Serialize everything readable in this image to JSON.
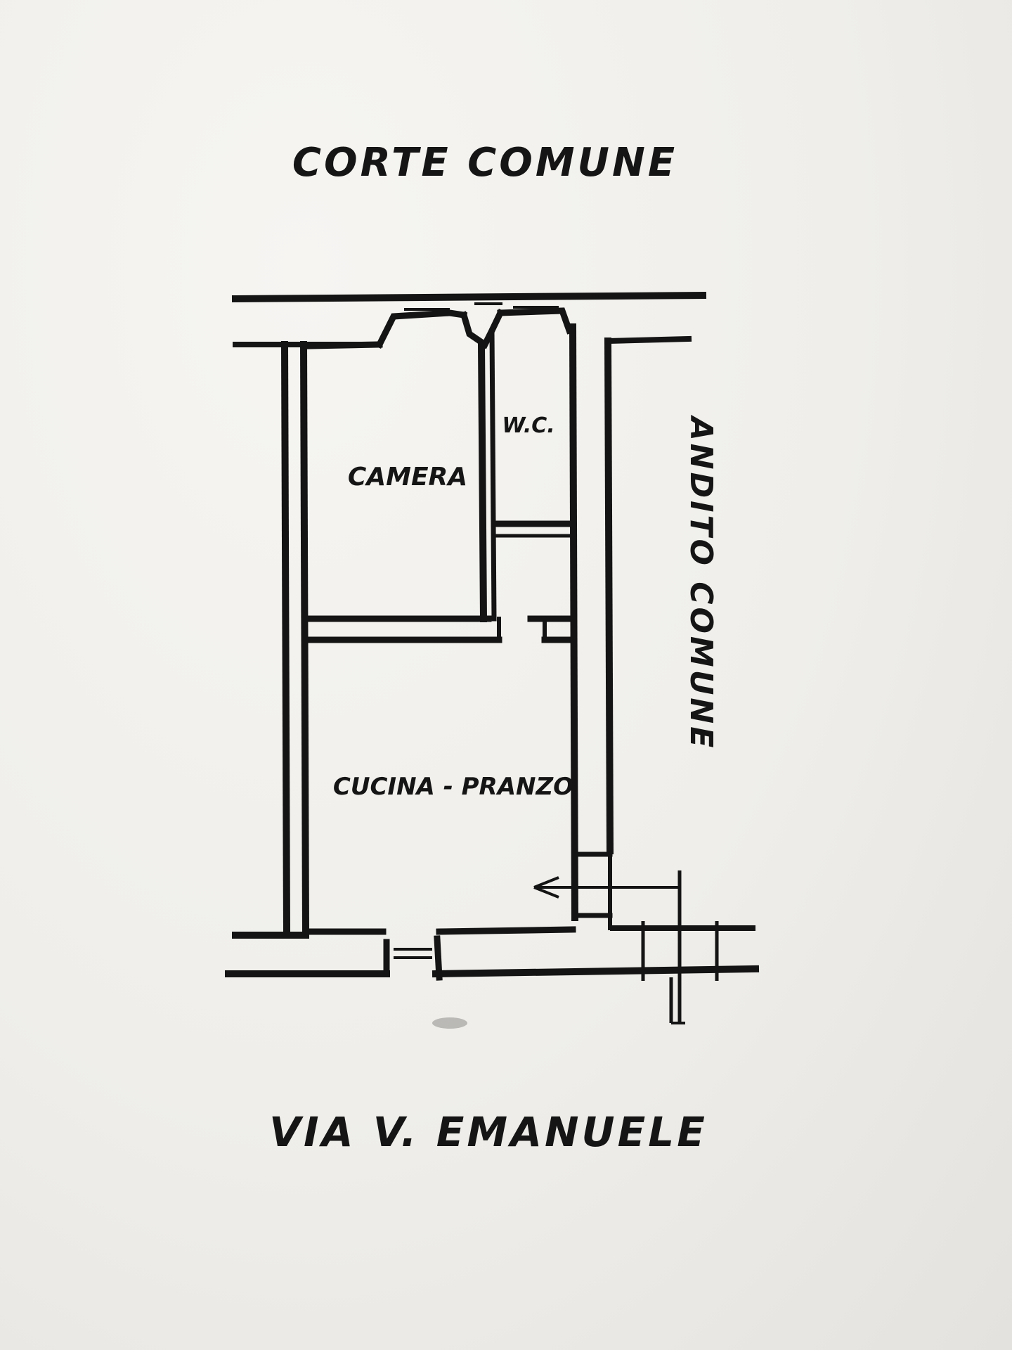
{
  "labels": {
    "top_street": "CORTE   COMUNE",
    "bottom_street": "VIA   V. EMANUELE",
    "side_passage": "ANDITO COMUNE",
    "room_bedroom": "CAMERA",
    "room_wc": "W.C.",
    "room_kitchen": "CUCINA - PRANZO"
  },
  "colors": {
    "ink": "#141414",
    "paper": "#f2f1ee"
  }
}
